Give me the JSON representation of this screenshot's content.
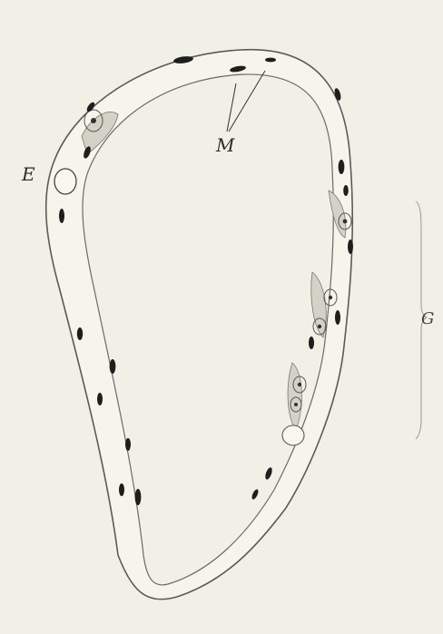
{
  "labels": {
    "e": "E",
    "m": "M",
    "g": "G"
  },
  "colors": {
    "background": "#f1f0e6",
    "ink": "#2b2b2b",
    "nucleus": "#1e1e1e",
    "cell_shading": "#d3d2c6"
  }
}
